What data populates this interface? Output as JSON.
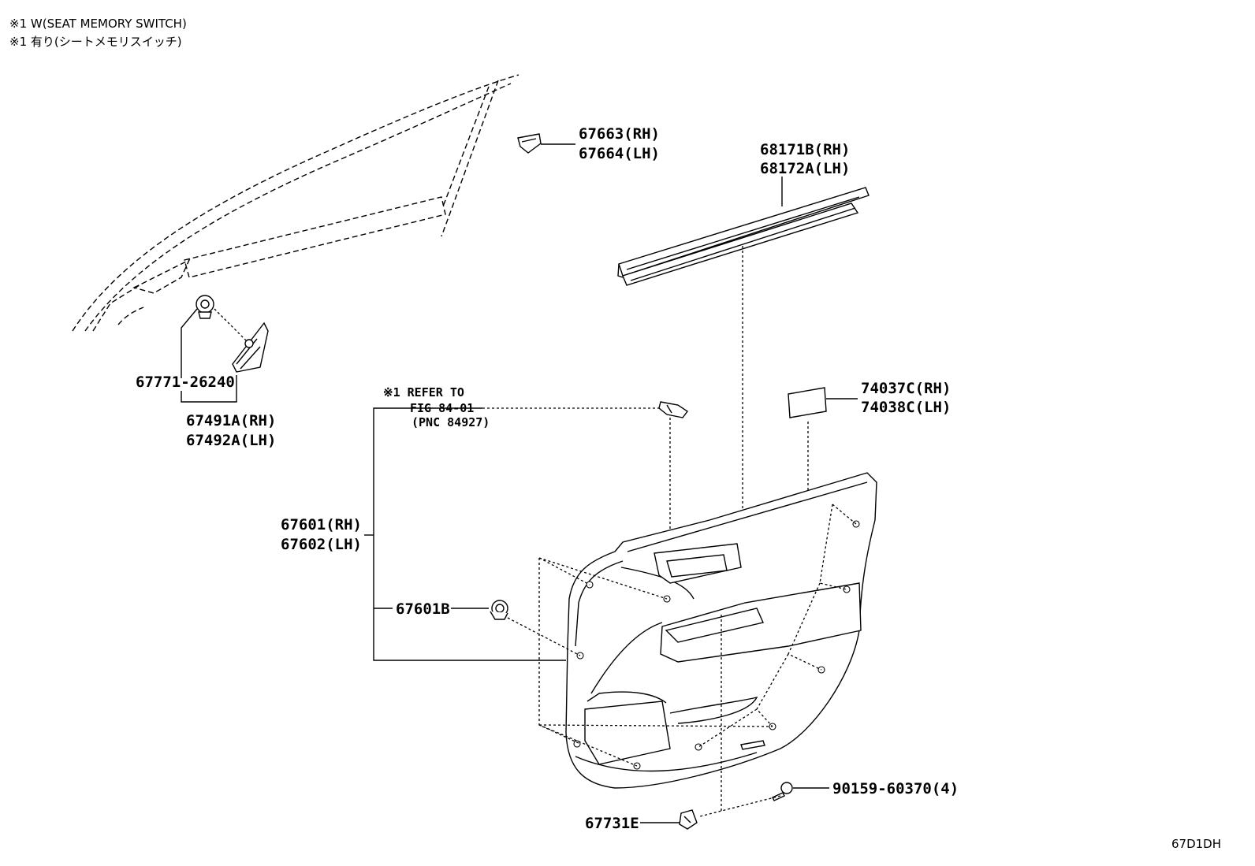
{
  "notes": {
    "note_en": "※1 W(SEAT MEMORY SWITCH)",
    "note_jp": "※1 有り(シートメモリスイッチ)"
  },
  "callouts": {
    "c67663": "67663(RH)",
    "c67664": "67664(LH)",
    "c68171b": "68171B(RH)",
    "c68172a": "68172A(LH)",
    "c67771": "67771-26240",
    "c67491a": "67491A(RH)",
    "c67492a": "67492A(LH)",
    "ref_line1": "※1 REFER TO",
    "ref_line2": "FIG 84-01",
    "ref_line3": "(PNC 84927)",
    "c74037c": "74037C(RH)",
    "c74038c": "74038C(LH)",
    "c67601": "67601(RH)",
    "c67602": "67602(LH)",
    "c67601b": "67601B",
    "c90159": "90159-60370(4)",
    "c67731e": "67731E"
  },
  "diagram_code": "67D1DH"
}
